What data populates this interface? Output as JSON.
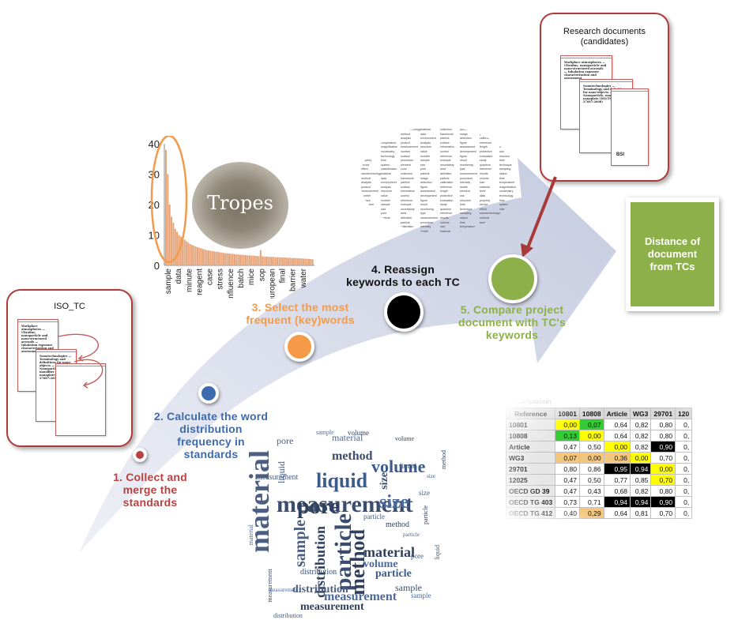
{
  "steps": [
    {
      "num": "1.",
      "label_lines": [
        "1. Collect and",
        "merge the",
        "standards"
      ],
      "color": "#b84141"
    },
    {
      "num": "2.",
      "label_lines": [
        "2. Calculate the word",
        "distribution",
        "frequency in",
        "standards"
      ],
      "color": "#3c6bb0"
    },
    {
      "num": "3.",
      "label_lines": [
        "3. Select the most",
        "frequent (key)words"
      ],
      "color": "#f59a46"
    },
    {
      "num": "4.",
      "label_lines": [
        "4. Reassign",
        "keywords to each TC"
      ],
      "color": "#000000"
    },
    {
      "num": "5.",
      "label_lines": [
        "5. Compare project",
        "document with TC's",
        "keywords"
      ],
      "color": "#8db04a"
    }
  ],
  "iso_card": {
    "title": "ISO_TC"
  },
  "research_card": {
    "title_lines": [
      "Research documents",
      "(candidates)"
    ]
  },
  "distance_box": {
    "label_lines": [
      "Distance of",
      "document",
      "from TCs"
    ]
  },
  "tropes": {
    "label": "Tropes"
  },
  "doc_snippets": {
    "title_text": "Workplace atmospheres — Ultrafine, nanoparticle and nano-structured aerosols — Inhalation exposure characterization and assessment",
    "title_text2": "Nanotechnologies — Terminology and definitions for nano-objects — Nanoparticle, nanofibre and nanoplate (ISO/TS 27687:2008)",
    "bsi": "BSI"
  },
  "chart_data": {
    "type": "bar",
    "yticks": [
      0,
      10,
      20,
      30,
      40
    ],
    "ylim": [
      0,
      40
    ],
    "xlabels": [
      "sample",
      "data",
      "minute",
      "reagent",
      "case",
      "stress",
      "influence",
      "batch",
      "mice",
      "sop",
      "european",
      "final",
      "barrier",
      "water"
    ],
    "values": [
      38,
      30,
      20,
      16,
      14,
      12,
      11,
      10,
      9.5,
      9,
      8.5,
      8,
      7.5,
      7,
      6.8,
      6.5,
      6.2,
      6,
      5.8,
      5.6,
      5.4,
      5.2,
      5,
      4.9,
      4.8,
      4.7,
      4.6,
      4.5,
      4.4,
      4.3,
      4.2,
      4.1,
      4,
      4,
      3.9,
      3.8,
      3.8,
      3.7,
      3.6,
      3.6,
      3.5,
      3.5,
      3.4,
      3.4,
      3.3,
      3.3,
      3.2,
      3.2,
      3.1,
      3.1,
      3.0,
      5.0,
      3.0,
      2.9,
      2.9,
      2.9,
      2.8,
      2.8,
      2.8,
      2.7,
      2.7,
      2.7,
      2.6,
      2.6,
      2.6,
      2.5,
      2.5,
      2.5,
      2.4,
      2.4,
      2.4,
      2.3,
      2.3,
      2.3,
      2.2,
      2.2,
      2.2,
      2.1,
      2.1,
      2.0
    ],
    "bar_color": "#e6a57a"
  },
  "keyword_cloud": {
    "words": [
      "reference",
      "sampling",
      "nanotechnology",
      "material",
      "collection",
      "particle",
      "definition",
      "measurement",
      "results",
      "object",
      "method",
      "data",
      "framework",
      "image",
      "particle",
      "procedure",
      "volume",
      "time",
      "analysis",
      "environment",
      "particle",
      "detection",
      "calibration",
      "intensity",
      "size",
      "temperature",
      "product",
      "analysis",
      "surface",
      "figure",
      "reference",
      "health",
      "material",
      "magnification",
      "measurement",
      "structure",
      "information",
      "assessment",
      "length",
      "element",
      "level",
      "vocabulary",
      "number",
      "value",
      "control",
      "development",
      "protective",
      "use",
      "data",
      "technology",
      "surface",
      "number",
      "reference",
      "figure",
      "evaluation",
      "structure",
      "property",
      "time",
      "procedure",
      "sample",
      "example",
      "result",
      "study",
      "time",
      "device",
      "system",
      "element",
      "size",
      "uncertainty",
      "monitoring",
      "quantum",
      "technique",
      "effect",
      "classification",
      "zone",
      "pore",
      "area",
      "type"
    ]
  },
  "table": {
    "partial_header": "Comparison",
    "columns": [
      "Reference",
      "10801",
      "10808",
      "Article",
      "WG3",
      "29701",
      "120"
    ],
    "rows": [
      {
        "label": "10801",
        "cells": [
          "0,00",
          "0,07",
          "0,64",
          "0,82",
          "0,80",
          "0,"
        ],
        "colors": [
          "#ffff00",
          "#33cc33",
          "",
          "",
          "",
          ""
        ]
      },
      {
        "label": "10808",
        "cells": [
          "0,13",
          "0,00",
          "0,64",
          "0,82",
          "0,80",
          "0,"
        ],
        "colors": [
          "#33cc33",
          "#ffff00",
          "",
          "",
          "",
          ""
        ]
      },
      {
        "label": "Article",
        "cells": [
          "0,47",
          "0,50",
          "0,00",
          "0,82",
          "0,90",
          "0,"
        ],
        "colors": [
          "",
          "",
          "#ffff00",
          "",
          "#000000",
          ""
        ]
      },
      {
        "label": "WG3",
        "cells": [
          "0,07",
          "0,00",
          "0,36",
          "0,00",
          "0,70",
          "0,"
        ],
        "colors": [
          "#f5c77e",
          "#f5c77e",
          "#f5c77e",
          "#ffff00",
          "",
          ""
        ]
      },
      {
        "label": "29701",
        "cells": [
          "0,80",
          "0,86",
          "0,95",
          "0,94",
          "0,00",
          "0,"
        ],
        "colors": [
          "",
          "",
          "#000000",
          "#000000",
          "#ffff00",
          ""
        ]
      },
      {
        "label": "12025",
        "cells": [
          "0,47",
          "0,50",
          "0,77",
          "0,85",
          "0,70",
          "0,"
        ],
        "colors": [
          "",
          "",
          "",
          "",
          "#ffff00",
          ""
        ]
      },
      {
        "label": "OECD GD 39",
        "cells": [
          "0,47",
          "0,43",
          "0,68",
          "0,82",
          "0,80",
          "0,"
        ],
        "colors": [
          "",
          "",
          "",
          "",
          "",
          ""
        ]
      },
      {
        "label": "OECD TG 403",
        "cells": [
          "0,73",
          "0,71",
          "0,94",
          "0,94",
          "0,90",
          "0,"
        ],
        "colors": [
          "",
          "",
          "#000000",
          "#000000",
          "#000000",
          ""
        ]
      },
      {
        "label": "OECD TG 412",
        "cells": [
          "0,40",
          "0,29",
          "0,64",
          "0,81",
          "0,70",
          "0,"
        ],
        "colors": [
          "",
          "#f5c77e",
          "",
          "",
          "",
          ""
        ]
      }
    ]
  },
  "word_cloud": {
    "words": [
      {
        "t": "measurement",
        "s": 30,
        "c": "#3a4d6e"
      },
      {
        "t": "material",
        "s": 36,
        "c": "#4c5f80",
        "r": -90
      },
      {
        "t": "liquid",
        "s": 26,
        "c": "#3c5a8a"
      },
      {
        "t": "pore",
        "s": 28,
        "c": "#2f3f5c"
      },
      {
        "t": "particle",
        "s": 30,
        "c": "#3a4d6e",
        "r": -90
      },
      {
        "t": "method",
        "s": 26,
        "c": "#2f3f5c",
        "r": -90
      },
      {
        "t": "size",
        "s": 24,
        "c": "#4d6aa0"
      },
      {
        "t": "volume",
        "s": 22,
        "c": "#3c5a8a"
      },
      {
        "t": "sample",
        "s": 20,
        "c": "#4c5f80",
        "r": -90
      },
      {
        "t": "distribution",
        "s": 18,
        "c": "#2f3f5c",
        "r": -90
      },
      {
        "t": "measurement",
        "s": 16,
        "c": "#4d6aa0"
      },
      {
        "t": "method",
        "s": 16,
        "c": "#3a4d6e"
      },
      {
        "t": "material",
        "s": 18,
        "c": "#2f3f5c"
      },
      {
        "t": "distribution",
        "s": 14,
        "c": "#4c5f80"
      },
      {
        "t": "particle",
        "s": 14,
        "c": "#3c5a8a"
      },
      {
        "t": "volume",
        "s": 14,
        "c": "#4d6aa0"
      },
      {
        "t": "sample",
        "s": 12,
        "c": "#3a4d6e"
      },
      {
        "t": "measurement",
        "s": 14,
        "c": "#2f3f5c"
      },
      {
        "t": "size",
        "s": 14,
        "c": "#3a4d6e",
        "r": -90
      },
      {
        "t": "pore",
        "s": 12,
        "c": "#4c5f80"
      },
      {
        "t": "liquid",
        "s": 12,
        "c": "#3c5a8a",
        "r": -90
      },
      {
        "t": "material",
        "s": 12,
        "c": "#4d6aa0"
      },
      {
        "t": "method",
        "s": 10,
        "c": "#2f3f5c"
      },
      {
        "t": "measurement",
        "s": 10,
        "c": "#4c5f80"
      },
      {
        "t": "distribution",
        "s": 10,
        "c": "#3a4d6e"
      },
      {
        "t": "particle",
        "s": 9,
        "c": "#3c5a8a"
      },
      {
        "t": "sample",
        "s": 9,
        "c": "#4d6aa0"
      },
      {
        "t": "volume",
        "s": 9,
        "c": "#2f3f5c"
      },
      {
        "t": "liquid",
        "s": 9,
        "c": "#3a4d6e"
      },
      {
        "t": "size",
        "s": 9,
        "c": "#4c5f80"
      },
      {
        "t": "pore",
        "s": 9,
        "c": "#3c5a8a"
      },
      {
        "t": "material",
        "s": 8,
        "c": "#4d6aa0",
        "r": -90
      },
      {
        "t": "particle",
        "s": 8,
        "c": "#2f3f5c",
        "r": -90
      },
      {
        "t": "measurement",
        "s": 8,
        "c": "#3a4d6e",
        "r": -90
      },
      {
        "t": "liquid",
        "s": 8,
        "c": "#4c5f80",
        "r": -90
      },
      {
        "t": "distribution",
        "s": 8,
        "c": "#3c5a8a"
      },
      {
        "t": "sample",
        "s": 8,
        "c": "#4d6aa0"
      },
      {
        "t": "volume",
        "s": 8,
        "c": "#2f3f5c"
      },
      {
        "t": "method",
        "s": 8,
        "c": "#3a4d6e",
        "r": -90
      },
      {
        "t": "particle",
        "s": 7,
        "c": "#4c5f80"
      },
      {
        "t": "size",
        "s": 7,
        "c": "#3c5a8a"
      },
      {
        "t": "measurement",
        "s": 7,
        "c": "#4d6aa0"
      }
    ]
  }
}
